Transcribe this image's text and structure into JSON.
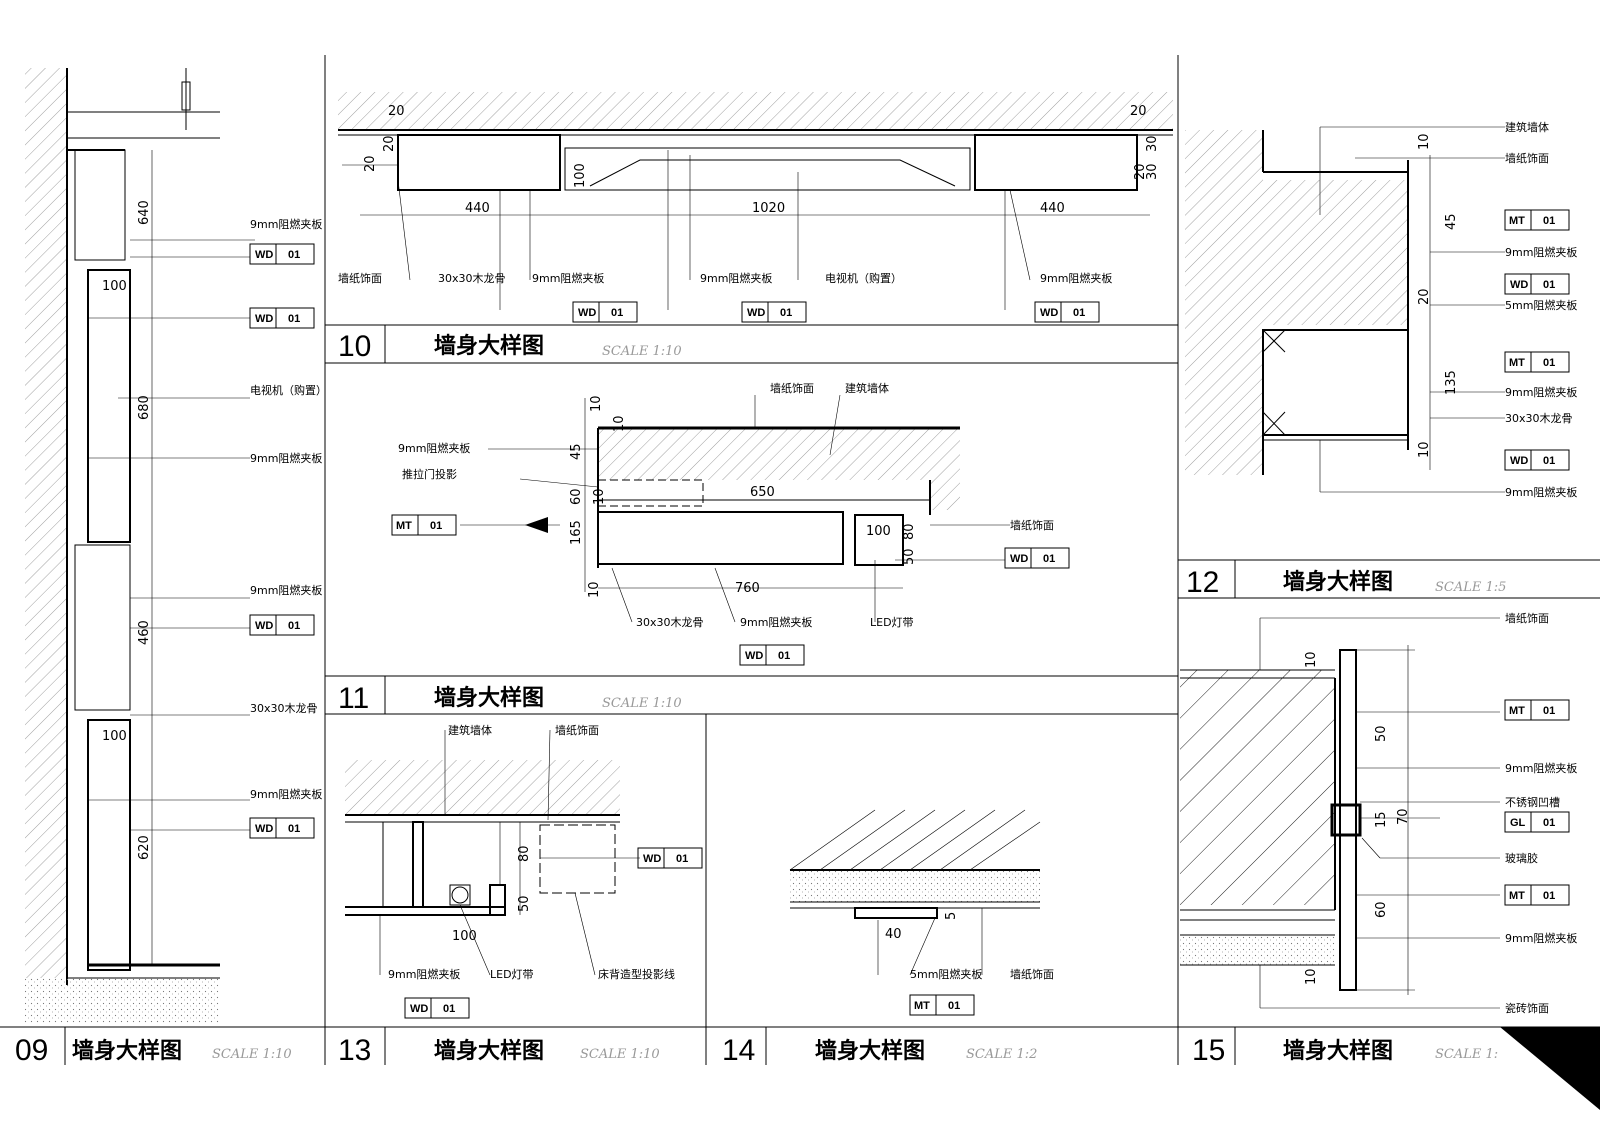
{
  "title_blocks": {
    "d09": {
      "num": "09",
      "title": "墙身大样图",
      "scale": "SCALE 1:10"
    },
    "d10": {
      "num": "10",
      "title": "墙身大样图",
      "scale": "SCALE 1:10"
    },
    "d11": {
      "num": "11",
      "title": "墙身大样图",
      "scale": "SCALE 1:10"
    },
    "d12": {
      "num": "12",
      "title": "墙身大样图",
      "scale": "SCALE 1:5"
    },
    "d13": {
      "num": "13",
      "title": "墙身大样图",
      "scale": "SCALE 1:10"
    },
    "d14": {
      "num": "14",
      "title": "墙身大样图",
      "scale": "SCALE 1:2"
    },
    "d15": {
      "num": "15",
      "title": "墙身大样图",
      "scale": "SCALE 1:"
    }
  },
  "d09": {
    "labels": [
      "9mm阻燃夹板",
      "电视机（购置）",
      "9mm阻燃夹板",
      "9mm阻燃夹板",
      "30x30木龙骨",
      "9mm阻燃夹板"
    ],
    "tags": [
      [
        "WD",
        "01"
      ],
      [
        "WD",
        "01"
      ],
      [
        "WD",
        "01"
      ],
      [
        "WD",
        "01"
      ]
    ],
    "dims": [
      "640",
      "100",
      "680",
      "460",
      "100",
      "620"
    ]
  },
  "d10": {
    "labels": [
      "墙纸饰面",
      "30x30木龙骨",
      "9mm阻燃夹板",
      "9mm阻燃夹板",
      "电视机（购置）",
      "9mm阻燃夹板"
    ],
    "tags": [
      [
        "WD",
        "01"
      ],
      [
        "WD",
        "01"
      ],
      [
        "WD",
        "01"
      ]
    ],
    "dims": [
      "20",
      "20",
      "440",
      "1020",
      "440",
      "20",
      "100",
      "20",
      "30",
      "30",
      "20"
    ]
  },
  "d11": {
    "labels": [
      "墙纸饰面",
      "建筑墙体",
      "9mm阻燃夹板",
      "推拉门投影",
      "墙纸饰面",
      "30x30木龙骨",
      "9mm阻燃夹板",
      "LED灯带"
    ],
    "tags": [
      [
        "MT",
        "01"
      ],
      [
        "WD",
        "01"
      ],
      [
        "WD",
        "01"
      ]
    ],
    "dims": [
      "10",
      "10",
      "45",
      "60",
      "165",
      "10",
      "650",
      "100",
      "80",
      "50",
      "760",
      "10"
    ]
  },
  "d12": {
    "labels": [
      "建筑墙体",
      "墙纸饰面",
      "9mm阻燃夹板",
      "5mm阻燃夹板",
      "9mm阻燃夹板",
      "30x30木龙骨",
      "9mm阻燃夹板"
    ],
    "tags": [
      [
        "MT",
        "01"
      ],
      [
        "WD",
        "01"
      ],
      [
        "MT",
        "01"
      ],
      [
        "WD",
        "01"
      ]
    ],
    "dims": [
      "10",
      "45",
      "20",
      "135",
      "10"
    ]
  },
  "d13": {
    "labels": [
      "建筑墙体",
      "墙纸饰面",
      "9mm阻燃夹板",
      "LED灯带",
      "床背造型投影线"
    ],
    "tags": [
      [
        "WD",
        "01"
      ],
      [
        "WD",
        "01"
      ]
    ],
    "dims": [
      "80",
      "50",
      "100"
    ]
  },
  "d14": {
    "labels": [
      "5mm阻燃夹板",
      "墙纸饰面"
    ],
    "tags": [
      [
        "MT",
        "01"
      ]
    ],
    "dims": [
      "40",
      "5"
    ]
  },
  "d15": {
    "labels": [
      "墙纸饰面",
      "9mm阻燃夹板",
      "不锈钢凹槽",
      "玻璃胶",
      "9mm阻燃夹板",
      "瓷砖饰面"
    ],
    "tags": [
      [
        "MT",
        "01"
      ],
      [
        "GL",
        "01"
      ],
      [
        "MT",
        "01"
      ]
    ],
    "dims": [
      "10",
      "50",
      "15",
      "70",
      "60",
      "10"
    ]
  }
}
